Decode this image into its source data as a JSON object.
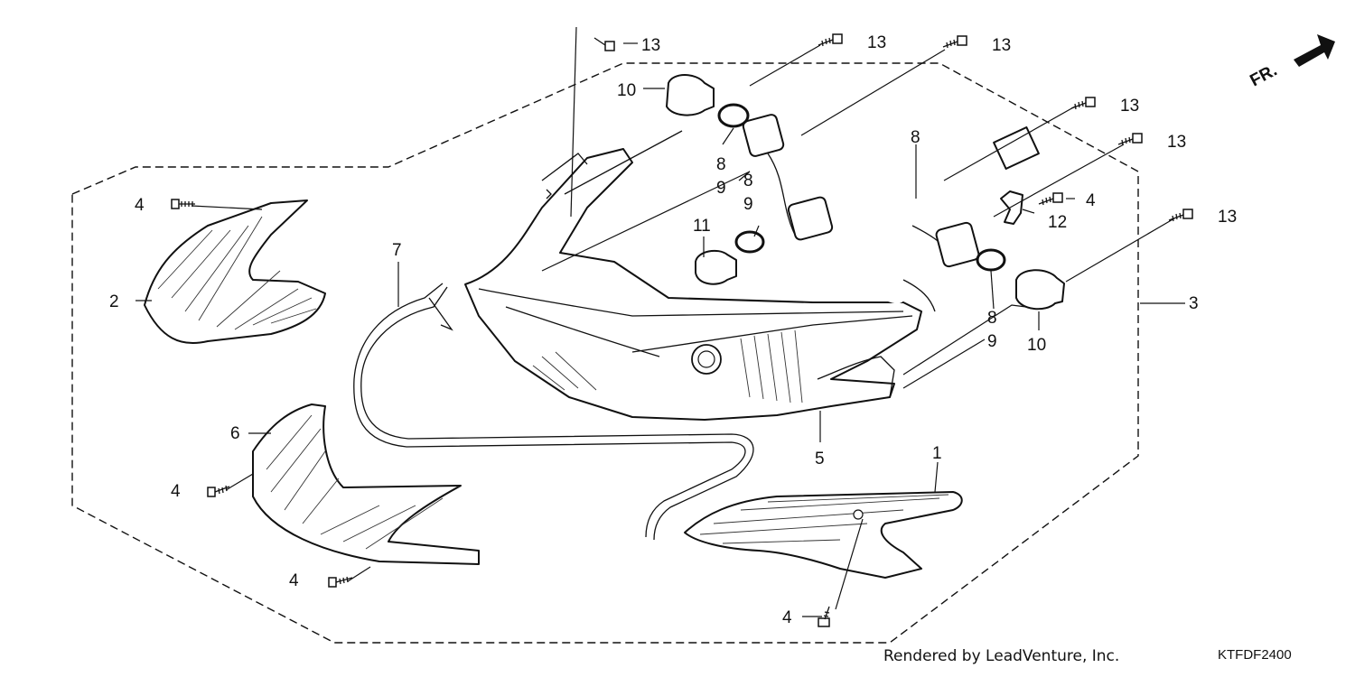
{
  "diagram": {
    "orientation_label": "FR.",
    "callouts": {
      "c1": "1",
      "c2": "2",
      "c3": "3",
      "c4": "4",
      "c5": "5",
      "c6": "6",
      "c7": "7",
      "c8": "8",
      "c9": "9",
      "c10": "10",
      "c11": "11",
      "c12": "12",
      "c13": "13"
    },
    "footer_credit": "Rendered by LeadVenture, Inc.",
    "diagram_code": "KTFDF2400"
  }
}
